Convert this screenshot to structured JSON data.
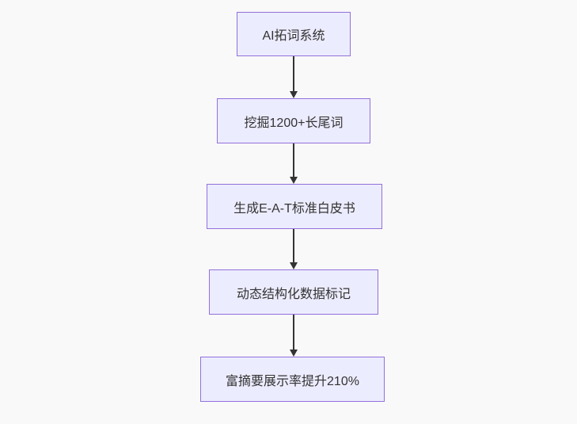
{
  "flowchart": {
    "type": "flowchart-top-down",
    "nodes": [
      {
        "id": "node-1",
        "label": "AI拓词系统"
      },
      {
        "id": "node-2",
        "label": "挖掘1200+长尾词"
      },
      {
        "id": "node-3",
        "label": "生成E-A-T标准白皮书"
      },
      {
        "id": "node-4",
        "label": "动态结构化数据标记"
      },
      {
        "id": "node-5",
        "label": "富摘要展示率提升210%"
      }
    ],
    "edges": [
      {
        "from": "node-1",
        "to": "node-2"
      },
      {
        "from": "node-2",
        "to": "node-3"
      },
      {
        "from": "node-3",
        "to": "node-4"
      },
      {
        "from": "node-4",
        "to": "node-5"
      }
    ],
    "colors": {
      "background": "#f9f9f9",
      "node_fill": "#ECECFF",
      "node_border": "#9370DB",
      "text": "#333333",
      "arrow": "#333333"
    }
  }
}
